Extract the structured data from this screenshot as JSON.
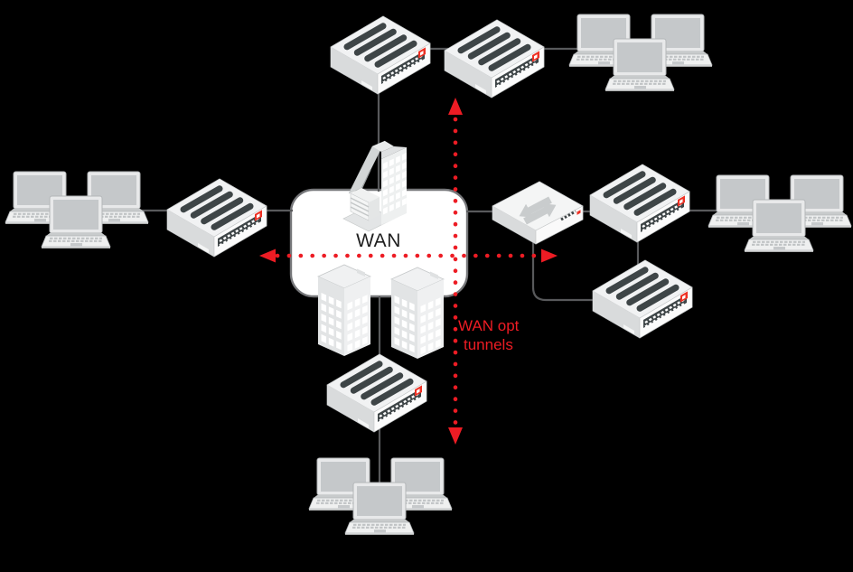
{
  "diagram": {
    "type": "network-topology",
    "background_color": "#000000",
    "colors": {
      "accent_red": "#ed1c24",
      "line_gray": "#58595b",
      "wan_border": "#76777a",
      "device_slot_dark": "#3e4547",
      "vendor_logo_red": "#ee3124",
      "device_body": "#f2f3f3",
      "wan_cloud_fill": "#ffffff"
    },
    "wan_cloud": {
      "label": "WAN"
    },
    "tunnels": {
      "label_line1": "WAN opt",
      "label_line2": "tunnels",
      "vertical_line": {
        "bidirectional": true
      },
      "horizontal_line": {
        "bidirectional": true
      }
    },
    "icons": [
      {
        "name": "headquarters-building-icon",
        "count": 1
      },
      {
        "name": "office-building-icon",
        "count": 2
      },
      {
        "name": "security-appliance-icon",
        "count": 6
      },
      {
        "name": "wan-optimization-appliance-icon",
        "count": 1
      },
      {
        "name": "laptop-group-icon",
        "count": 4
      }
    ]
  }
}
